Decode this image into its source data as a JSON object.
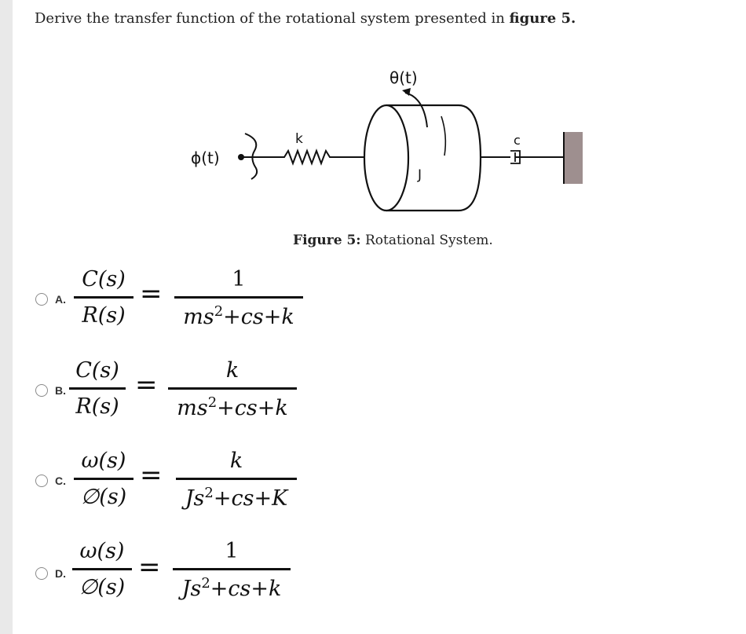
{
  "question": {
    "prefix": "Derive the transfer function of the rotational system presented in ",
    "fig_ref": "figure 5."
  },
  "figure": {
    "theta_label": "θ(t)",
    "phi_label": "ϕ(t)",
    "k_label": "k",
    "j_label": "J",
    "c_label": "c",
    "caption_bold": "Figure 5:",
    "caption_text": " Rotational System."
  },
  "options": [
    {
      "letter": "A.",
      "lhs_num": "C(s)",
      "lhs_den": "R(s)",
      "rhs_num": "1",
      "rhs_den_a": "ms",
      "rhs_den_sup": "2",
      "rhs_den_b": "+cs+k"
    },
    {
      "letter": "B.",
      "lhs_num": "C(s)",
      "lhs_den": "R(s)",
      "rhs_num": "k",
      "rhs_den_a": "ms",
      "rhs_den_sup": "2",
      "rhs_den_b": "+cs+k"
    },
    {
      "letter": "C.",
      "lhs_num": "ω(s)",
      "lhs_den": "∅(s)",
      "rhs_num": "k",
      "rhs_den_a": "Js",
      "rhs_den_sup": "2",
      "rhs_den_b": "+cs+K"
    },
    {
      "letter": "D.",
      "lhs_num": "ω(s)",
      "lhs_den": "∅(s)",
      "rhs_num": "1",
      "rhs_den_a": "Js",
      "rhs_den_sup": "2",
      "rhs_den_b": "+cs+k"
    }
  ],
  "equals_sign": "="
}
